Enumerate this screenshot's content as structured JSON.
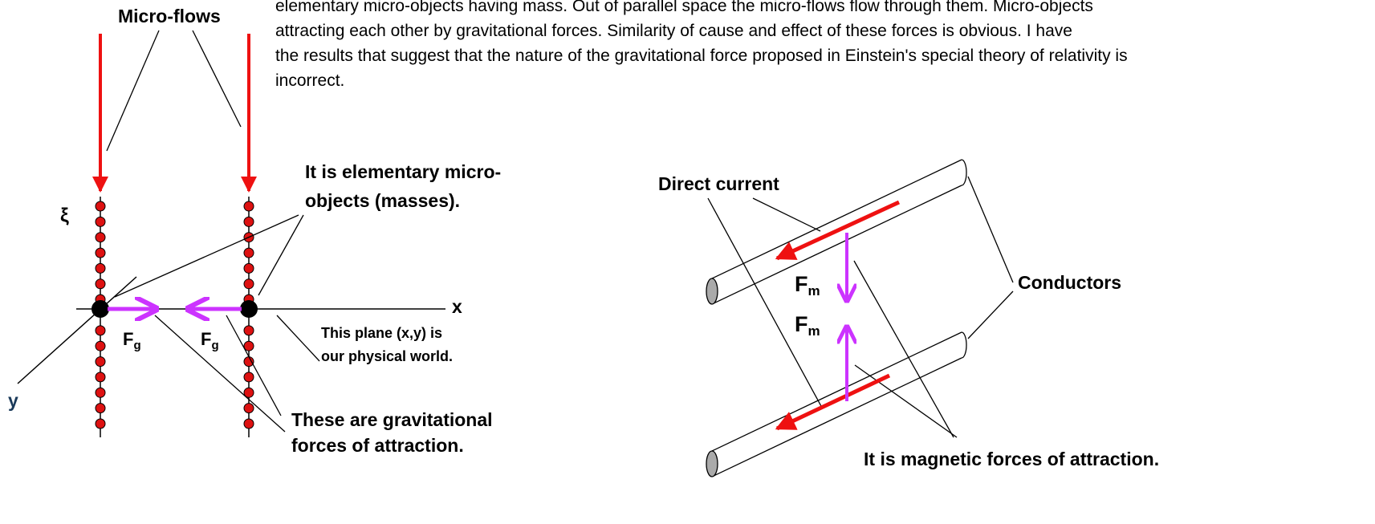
{
  "intro": {
    "lines": [
      "elementary micro-objects having mass. Out of parallel space the micro-flows flow through them. Micro-objects",
      "attracting each other by gravitational forces. Similarity of cause and effect of these forces is obvious. I have",
      "the results that suggest that the nature of the gravitational force proposed in Einstein's special theory of relativity is",
      "incorrect."
    ]
  },
  "left_figure": {
    "micro_flows_label": "Micro-flows",
    "xi_label": "ξ",
    "x_axis_label": "x",
    "y_axis_label": "y",
    "micro_objects_label": [
      "It is elementary micro-",
      "objects (masses)."
    ],
    "plane_label": [
      "This plane (x,y) is",
      "our physical world."
    ],
    "force_symbol": "F",
    "force_subscript": "g",
    "gravity_label": [
      "These are gravitational",
      "forces of attraction."
    ],
    "beads_per_column": 15
  },
  "right_figure": {
    "direct_current_label": "Direct current",
    "conductors_label": "Conductors",
    "force_symbol": "F",
    "force_subscript": "m",
    "magnetic_label": "It is magnetic forces of attraction."
  },
  "colors": {
    "flow_arrow": "#ee1111",
    "bead_fill": "#dd1111",
    "mass_fill": "#000000",
    "force_arrow": "#cc33ff",
    "conductor_fill": "#aaaaaa",
    "text": "#000000"
  }
}
